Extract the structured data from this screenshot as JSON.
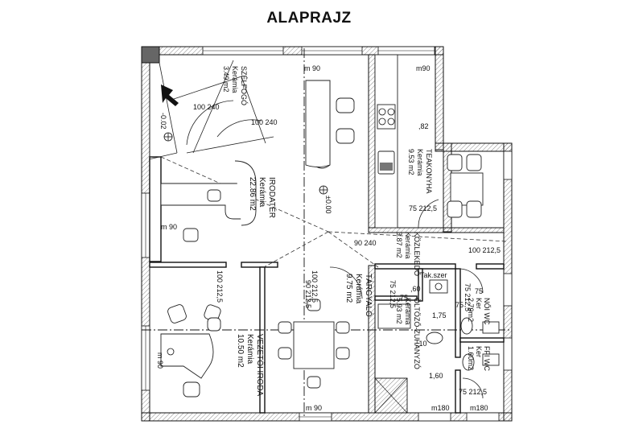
{
  "title": "ALAPRAJZ",
  "rooms": {
    "szelfogo": {
      "name": "SZÉLFOGÓ",
      "floor": "Kerámia",
      "area": "3.49 m2"
    },
    "irodater": {
      "name": "IRODATÉR",
      "floor": "Kerámia",
      "area": "22.86 m2"
    },
    "teakonyha": {
      "name": "TEAKONYHA",
      "floor": "Kerámia",
      "area": "9.53 m2"
    },
    "kozlekedo": {
      "name": "KÖZLEKEDŐ",
      "floor": "Kerámia",
      "area": "3.87 m2"
    },
    "targyalo": {
      "name": "TÁRGYALÓ",
      "floor": "Kerámia",
      "area": "9.75 m2"
    },
    "vezetoi": {
      "name": "VEZETŐI IRODA",
      "floor": "Kerámia",
      "area": "10.50 m2"
    },
    "oltozo": {
      "name": "ÖLTÖZŐ-ZUHANYZÓ",
      "floor": "Kerámia",
      "area": "5.93 m2"
    },
    "noi_wc": {
      "name": "NŐI WC",
      "floor": "Ker",
      "area": "2.79m2"
    },
    "ffi_wc": {
      "name": "FFI WC",
      "floor": "Ker",
      "area": "1.60m2"
    },
    "takaritoszer": {
      "name": "Tak.szer"
    }
  },
  "levels": {
    "entrance": "-0.02",
    "main": "±0.00"
  },
  "dimensions": {
    "m90_top_left": "m 90",
    "m90_top_right": "m90",
    "m90_left": "m 90",
    "m90_left_bottom": "m 90",
    "m90_bottom": "m 90",
    "m180_a": "m180",
    "m180_b": "m180",
    "d100_240_a": "100 240",
    "d100_240_b": "100 240",
    "d90_240": "90 240",
    "d100_2125_a": "100 212,5",
    "d100_2125_b": "100 212,5",
    "d100_2125_c": "100 212,5",
    "d75_2125_a": "75 212,5",
    "d75_2125_b": "75 212,5",
    "d75_2125_c": "75 212,5",
    "d75_2125_d": "75 212,5",
    "d75_a": "75",
    "d75_b": "75",
    "d75_c": "75",
    "d90_2125": "90 212,5",
    "d60": ",60",
    "d82": ",82",
    "d175": "1,75",
    "d160": "1,60",
    "d10": ",10"
  }
}
